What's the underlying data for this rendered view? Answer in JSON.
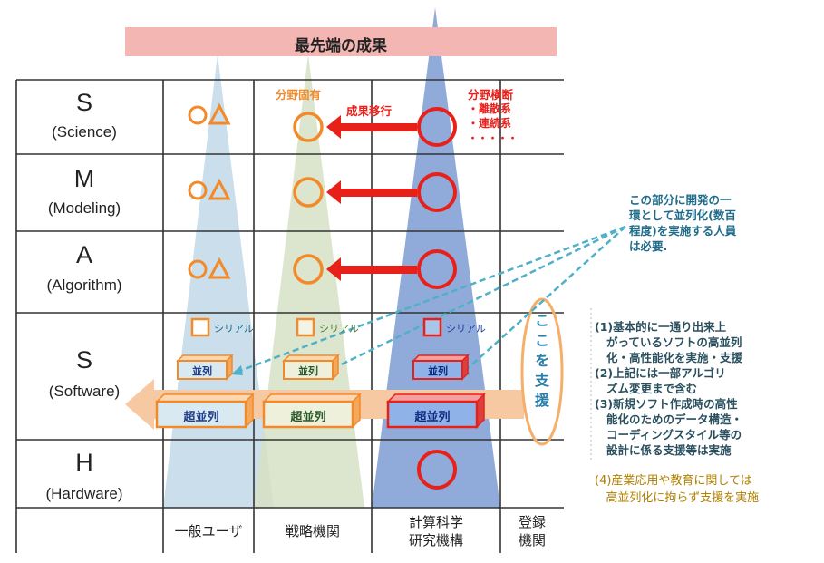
{
  "banner": {
    "title": "最先端の成果"
  },
  "rows": [
    {
      "letter": "S",
      "name": "(Science)"
    },
    {
      "letter": "M",
      "name": "(Modeling)"
    },
    {
      "letter": "A",
      "name": "(Algorithm)"
    },
    {
      "letter": "S",
      "name": "(Software)"
    },
    {
      "letter": "H",
      "name": "(Hardware)"
    }
  ],
  "columns": [
    "一般ユーザ",
    "戦略機関",
    "計算科学\n研究機構",
    "登録\n機関"
  ],
  "science_labels": {
    "bunya_koyu": "分野固有",
    "seika_iko": "成果移行",
    "bunya_odan": "分野横断",
    "risan": "・離散系",
    "renzoku": "・連続系",
    "dots": "・・・・・"
  },
  "software_labels": {
    "serial": "シリアル",
    "parallel": "並列",
    "super_parallel": "超並列"
  },
  "support_label": "ここを支援",
  "right_notes": {
    "upper": "この部分に開発の一\n環として並列化(数百\n程度)を実施する人員\nは必要.",
    "middle": "(1)基本的に一通り出来上\n   がっているソフトの高並列\n   化・高性能化を実施・支援\n(2)上記には一部アルゴリ\n   ズム変更まで含む\n(3)新規ソフト作成時の高性\n   能化のためのデータ構造・\n   コーディングスタイル等の\n   設計に係る支援等は実施",
    "lower": "(4)産業応用や教育に関しては\n   高並列化に拘らず支援を実施"
  },
  "colors": {
    "banner": "#f4b6b2",
    "grid": "#333333",
    "orange": "#f28a2a",
    "red": "#e8201a",
    "tri_blue": "#b8d3e6",
    "tri_green": "#d6e0c4",
    "tri_deepblue": "#7c9bd2",
    "arrow_peach": "#f7c9a3",
    "dashed": "#4fb0c6"
  }
}
